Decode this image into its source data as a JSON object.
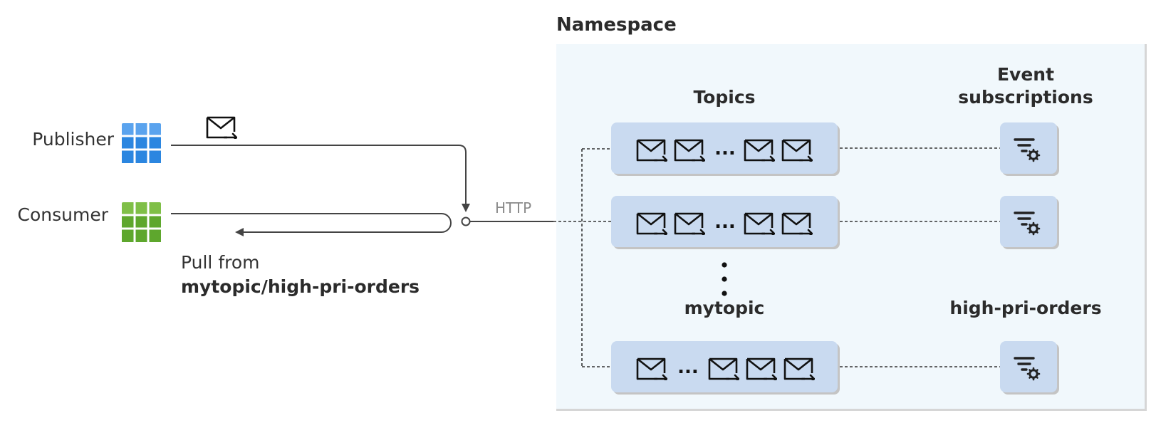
{
  "namespace": {
    "title": "Namespace"
  },
  "publisher": {
    "label": "Publisher"
  },
  "consumer": {
    "label": "Consumer"
  },
  "connection": {
    "protocol": "HTTP"
  },
  "pull": {
    "prefix": "Pull from",
    "target": "mytopic/high-pri-orders"
  },
  "headers": {
    "topics": "Topics",
    "event_subscriptions_line1": "Event",
    "event_subscriptions_line2": "subscriptions"
  },
  "named": {
    "topic": "mytopic",
    "subscription": "high-pri-orders"
  },
  "ellipsis": "...",
  "colors": {
    "publisher_icon": "#2f8ae6",
    "consumer_icon": "#6fb23a",
    "panel": "#f1f8fc",
    "box": "#c9daf0"
  },
  "icons": {
    "message": "envelope-arrow-icon",
    "filter": "filter-gear-icon",
    "app": "grid-app-icon"
  }
}
